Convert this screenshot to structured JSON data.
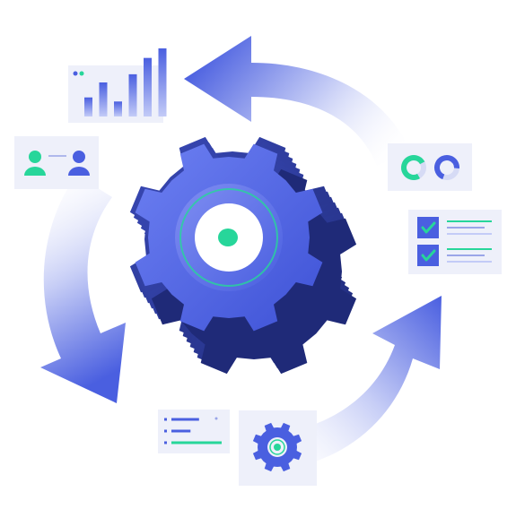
{
  "palette": {
    "primary": "#4a5fe0",
    "primary_light": "#7f8ef2",
    "primary_dark": "#2a3798",
    "accent_green": "#27d69a",
    "card_bg": "#eef0fa",
    "gear_center": "#ffffff"
  },
  "icons": {
    "central": "gear-icon",
    "small_gear": "gear-icon",
    "users": "users-icon",
    "chart": "bar-chart-icon",
    "donuts": "donut-chart-icon",
    "checklist": "checklist-icon",
    "list": "list-icon",
    "arrows": "cycle-arrow-icon"
  },
  "bar_chart": {
    "levels": [
      0.28,
      0.5,
      0.22,
      0.62,
      0.86,
      1.0
    ]
  },
  "donuts": {
    "fills": [
      0.75,
      0.7
    ]
  },
  "checklist": {
    "items_checked": 2
  },
  "list_card": {
    "levels": [
      0.55,
      0.38,
      1.0
    ]
  }
}
